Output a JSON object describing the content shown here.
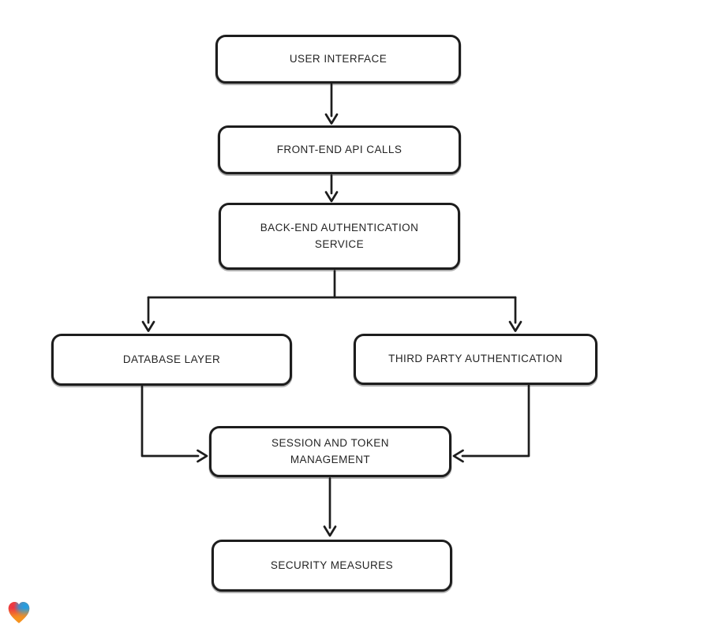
{
  "canvas": {
    "background": "#ffffff",
    "stroke_color": "#1d1d1d",
    "text_color": "#242424"
  },
  "diagram": {
    "nodes": [
      {
        "id": "user-interface",
        "label": "USER INTERFACE"
      },
      {
        "id": "front-end-api-calls",
        "label": "FRONT-END API CALLS"
      },
      {
        "id": "back-end-authentication-service",
        "label": "BACK-END AUTHENTICATION SERVICE"
      },
      {
        "id": "database-layer",
        "label": "DATABASE LAYER"
      },
      {
        "id": "third-party-authentication",
        "label": "THIRD PARTY AUTHENTICATION"
      },
      {
        "id": "session-and-token-management",
        "label": "SESSION AND TOKEN MANAGEMENT"
      },
      {
        "id": "security-measures",
        "label": "SECURITY MEASURES"
      }
    ],
    "edges": [
      {
        "from": "user-interface",
        "to": "front-end-api-calls"
      },
      {
        "from": "front-end-api-calls",
        "to": "back-end-authentication-service"
      },
      {
        "from": "back-end-authentication-service",
        "to": "database-layer"
      },
      {
        "from": "back-end-authentication-service",
        "to": "third-party-authentication"
      },
      {
        "from": "database-layer",
        "to": "session-and-token-management"
      },
      {
        "from": "third-party-authentication",
        "to": "session-and-token-management"
      },
      {
        "from": "session-and-token-management",
        "to": "security-measures"
      }
    ]
  },
  "footer": {
    "logo": {
      "icon": "heart-gradient-icon",
      "colors": {
        "red": "#ee3343",
        "blue": "#1b9fe8",
        "orange": "#f6931d"
      }
    }
  }
}
